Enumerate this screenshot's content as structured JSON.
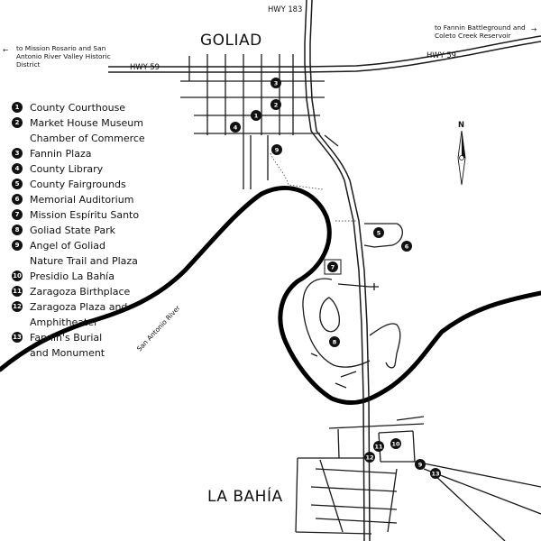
{
  "map": {
    "town_north": "GOLIAD",
    "town_south": "LA BAHÍA",
    "river": "San Antonio River",
    "highways": {
      "hwy183": "HWY 183",
      "hwy59_west": "HWY 59",
      "hwy59_east": "HWY 59"
    },
    "direction_left": {
      "arrow": "←",
      "text": "to Mission Rosario and San Antonio River Valley Historic District"
    },
    "direction_right": {
      "arrow": "→",
      "text": "to Fannin Battleground and Coleto Creek Reservoir"
    },
    "north": "N",
    "legend": [
      {
        "num": "1",
        "label": "County Courthouse"
      },
      {
        "num": "2",
        "label": "Market House Museum\nChamber of Commerce"
      },
      {
        "num": "3",
        "label": "Fannin Plaza"
      },
      {
        "num": "4",
        "label": "County Library"
      },
      {
        "num": "5",
        "label": "County Fairgrounds"
      },
      {
        "num": "6",
        "label": "Memorial Auditorium"
      },
      {
        "num": "7",
        "label": "Mission Espíritu Santo"
      },
      {
        "num": "8",
        "label": "Goliad State Park"
      },
      {
        "num": "9",
        "label": "Angel of Goliad\nNature Trail and Plaza"
      },
      {
        "num": "10",
        "label": "Presidio La Bahía"
      },
      {
        "num": "11",
        "label": "Zaragoza Birthplace"
      },
      {
        "num": "12",
        "label": "Zaragoza Plaza and\nAmphitheater"
      },
      {
        "num": "13",
        "label": "Fannin's Burial\nand Monument"
      }
    ]
  }
}
